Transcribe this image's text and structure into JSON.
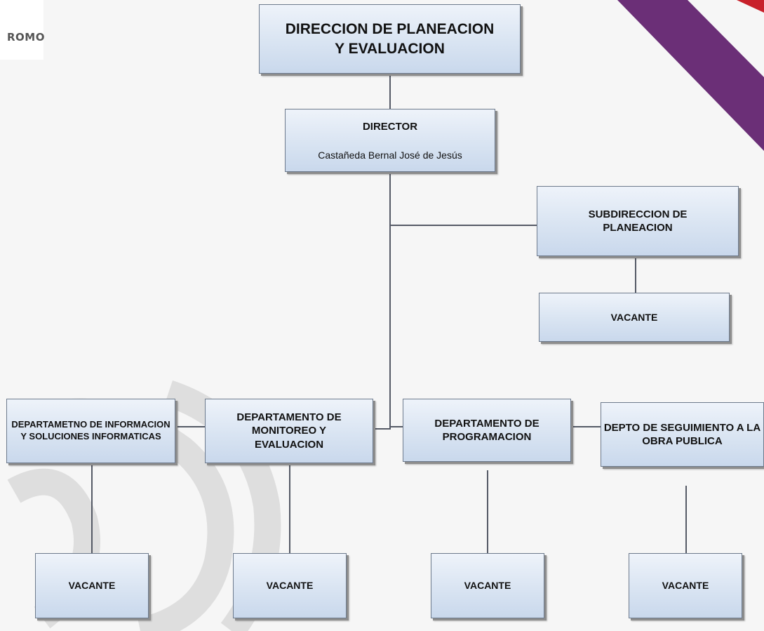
{
  "logo": {
    "text": "ROMO"
  },
  "boxes": {
    "direccion": {
      "title": "DIRECCION DE PLANEACION Y EVALUACION"
    },
    "director": {
      "title": "DIRECTOR",
      "name": "Castañeda Bernal José de Jesús"
    },
    "subdireccion": {
      "title": "SUBDIRECCION DE PLANEACION"
    },
    "sub_vacante": {
      "title": "VACANTE"
    },
    "depto_info": {
      "title": "DEPARTAMETNO DE INFORMACION Y SOLUCIONES INFORMATICAS"
    },
    "depto_monitoreo": {
      "title": "DEPARTAMENTO DE MONITOREO Y EVALUACION"
    },
    "depto_programacion": {
      "title": "DEPARTAMENTO DE PROGRAMACION"
    },
    "depto_obra": {
      "title": "DEPTO DE SEGUIMIENTO A LA OBRA PUBLICA"
    },
    "vac_info": {
      "title": "VACANTE"
    },
    "vac_monitoreo": {
      "title": "VACANTE"
    },
    "vac_programacion": {
      "title": "VACANTE"
    },
    "vac_obra": {
      "title": "VACANTE"
    }
  },
  "colors": {
    "ribbon_purple": "#6b2f77",
    "ribbon_red": "#c8202a",
    "box_fill": "#d9e4f2",
    "connector": "#555a66"
  }
}
